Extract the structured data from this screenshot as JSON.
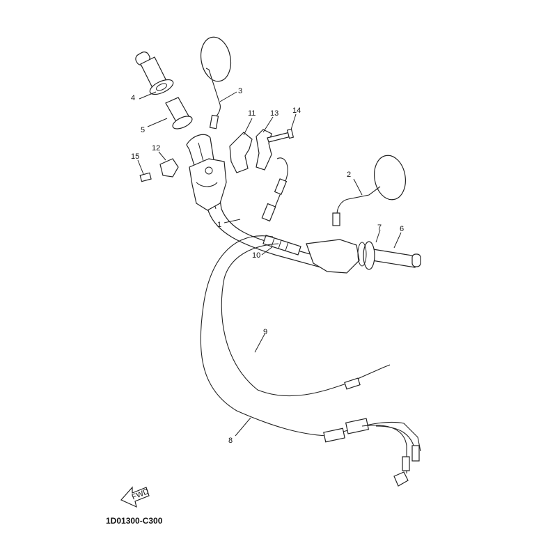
{
  "diagram": {
    "callouts": [
      "1",
      "2",
      "3",
      "4",
      "5",
      "6",
      "7",
      "8",
      "9",
      "10",
      "11",
      "12",
      "13",
      "14",
      "15"
    ],
    "fwd_label": "FWD",
    "diagram_code": "1D01300-C300"
  }
}
